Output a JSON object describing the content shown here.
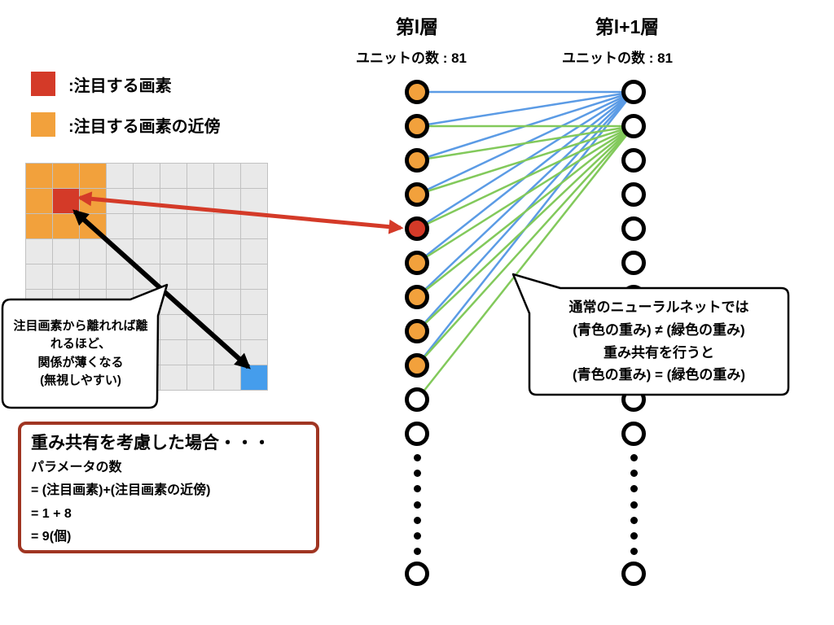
{
  "colors": {
    "red": "#d43a28",
    "orange": "#f2a13c",
    "blue_cell": "#459dec",
    "blue_line": "#5b9be5",
    "green_line": "#82c95b",
    "grid_fill": "#e9e9e9",
    "grid_line": "#c1c1c1",
    "box_border": "#a03522",
    "black": "#000000"
  },
  "layer_l": {
    "title": "第l層",
    "subtitle": "ユニットの数 : 81"
  },
  "layer_l1": {
    "title": "第l+1層",
    "subtitle": "ユニットの数 : 81"
  },
  "legend": {
    "focus_label": ":注目する画素",
    "neighbor_label": ":注目する画素の近傍"
  },
  "grid": {
    "rows": 9,
    "cols": 9,
    "orange_block": {
      "row_start": 0,
      "col_start": 0,
      "size": 3
    },
    "red_cell": {
      "row": 1,
      "col": 1
    },
    "blue_cell": {
      "row": 8,
      "col": 8
    }
  },
  "left_bubble": {
    "lines": [
      "注目画素から離れれば離",
      "れるほど、",
      "関係が薄くなる",
      "(無視しやすい)"
    ]
  },
  "right_bubble": {
    "lines": [
      "通常のニューラルネットでは",
      "(青色の重み) ≠ (緑色の重み)",
      "重み共有を行うと",
      "(青色の重み) = (緑色の重み)"
    ]
  },
  "param_box": {
    "title": "重み共有を考慮した場合・・・",
    "lines": [
      "パラメータの数",
      "= (注目画素)+(注目画素の近傍)",
      "= 1 + 8",
      "= 9(個)"
    ]
  },
  "network": {
    "left_units": [
      "orange",
      "orange",
      "orange",
      "orange",
      "red",
      "orange",
      "orange",
      "orange",
      "orange",
      "white",
      "white",
      "white"
    ],
    "right_units": [
      "white",
      "white",
      "white",
      "white",
      "white",
      "white",
      "white",
      "white",
      "white",
      "white",
      "white",
      "white"
    ],
    "blue_connections": {
      "from_left_indices": [
        0,
        1,
        2,
        3,
        4,
        5,
        6,
        7,
        8
      ],
      "to_right_index": 0
    },
    "green_connections": {
      "from_left_indices": [
        1,
        2,
        3,
        4,
        5,
        6,
        7,
        8,
        9
      ],
      "to_right_index": 1
    },
    "dots_per_column": 7
  }
}
